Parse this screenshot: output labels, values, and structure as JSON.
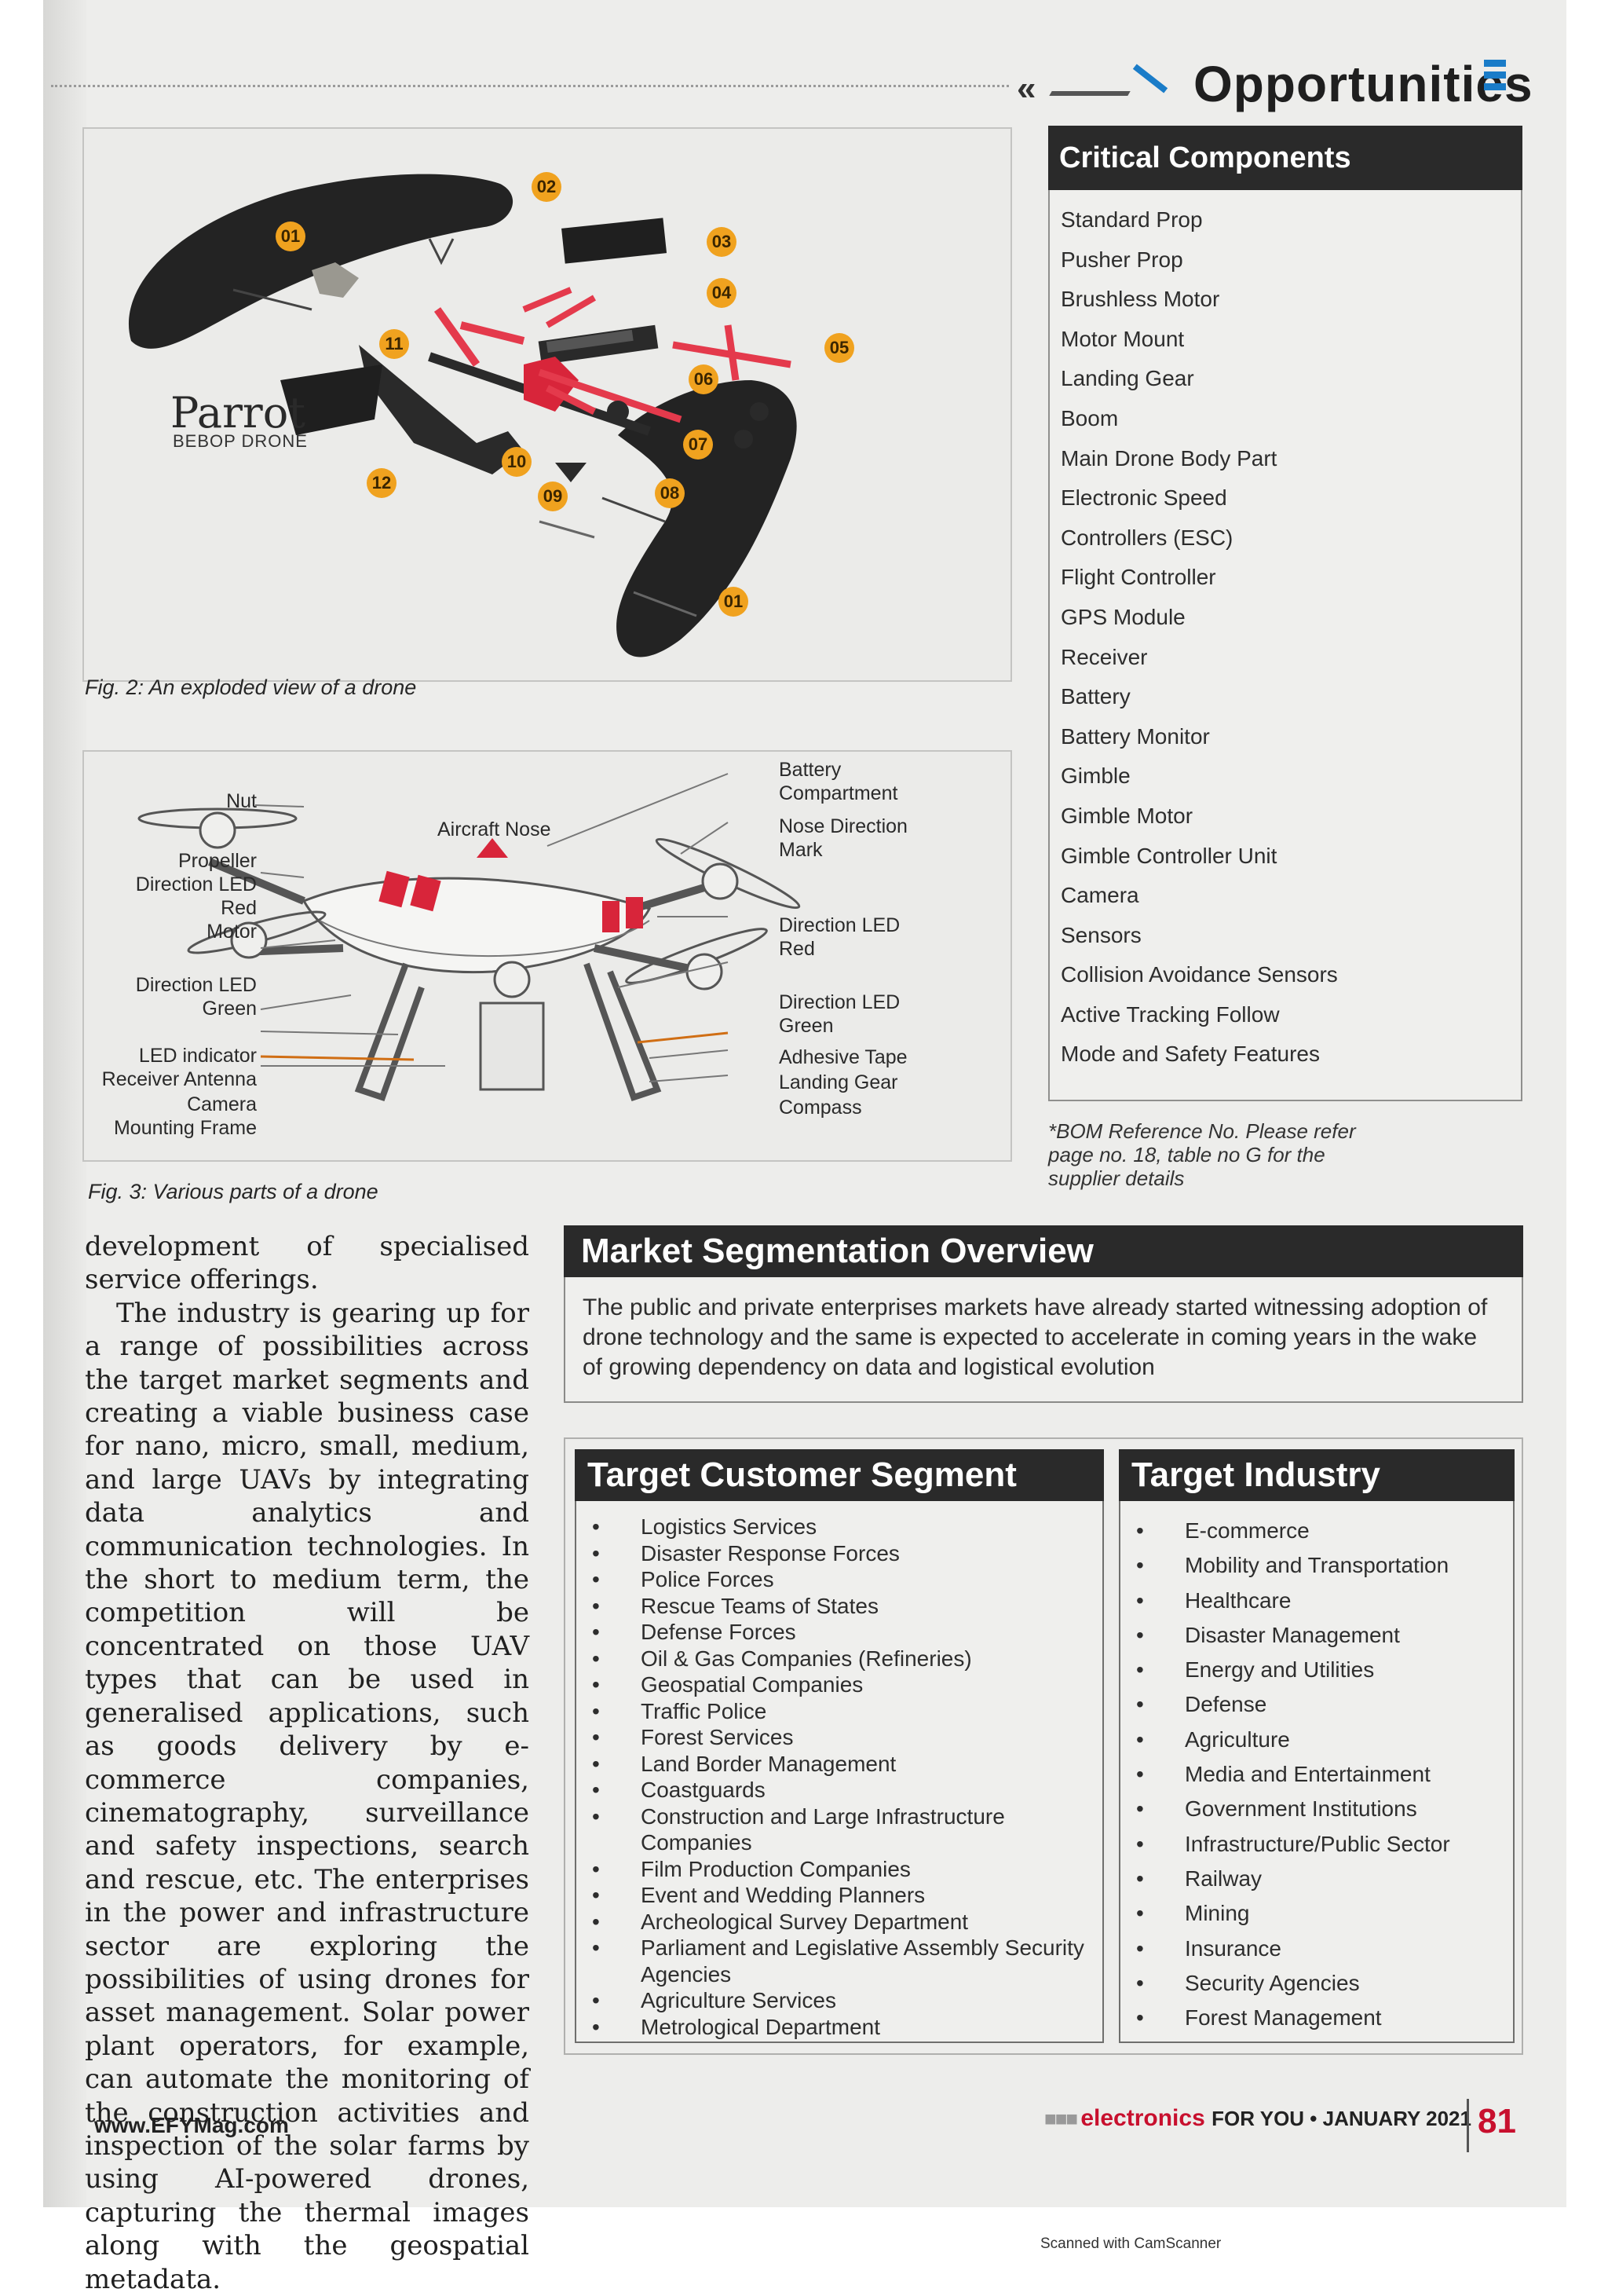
{
  "header": {
    "section_title": "Opportunities"
  },
  "fig2": {
    "caption": "Fig. 2: An exploded view of a drone",
    "brand_name": "Parrot",
    "brand_sub": "BEBOP DRONE",
    "badges": [
      "01",
      "02",
      "03",
      "04",
      "05",
      "06",
      "07",
      "08",
      "09",
      "10",
      "11",
      "12",
      "01"
    ]
  },
  "fig3": {
    "caption": "Fig. 3: Various parts of a drone",
    "aircraft_nose": "Aircraft Nose",
    "left_labels": [
      "Nut",
      "Propeller",
      "Direction LED",
      "Red",
      "Motor",
      "Direction LED",
      "Green",
      "LED indicator",
      "Receiver Antenna",
      "Camera",
      "Mounting Frame"
    ],
    "right_labels": [
      "Battery",
      "Compartment",
      "Nose Direction",
      "Mark",
      "Direction LED",
      "Red",
      "Direction LED",
      "Green",
      "Adhesive Tape",
      "Landing Gear",
      "Compass"
    ]
  },
  "critical_components": {
    "title": "Critical Components",
    "items": [
      "Standard Prop",
      "Pusher Prop",
      "Brushless Motor",
      "Motor Mount",
      "Landing Gear",
      "Boom",
      "Main Drone Body Part",
      "Electronic Speed",
      "Controllers (ESC)",
      "Flight Controller",
      "GPS Module",
      "Receiver",
      "Battery",
      "Battery Monitor",
      "Gimble",
      "Gimble Motor",
      "Gimble Controller Unit",
      "Camera",
      "Sensors",
      "Collision Avoidance Sensors",
      "Active Tracking Follow",
      "Mode and Safety Features"
    ],
    "note": "*BOM Reference No. Please refer page no. 18, table no G for the supplier details"
  },
  "body": {
    "p1": "development of specialised service offerings.",
    "p2": "The industry is gearing up for a range of possibilities across the target market segments and creating a viable business case for nano, micro, small, medium, and large UAVs by integrating data analytics and communication technologies. In the short to medium term, the competition will be concentrated on those UAV types that can be used in generalised applications, such as goods delivery by e-commerce companies, cinematography, surveillance and safety inspections, search and rescue, etc. The enterprises in the power and infrastructure sector are exploring the possibilities of using drones for asset management. Solar power plant operators, for example, can automate the monitoring of the construction activities and inspection of the solar farms by using AI-powered drones, capturing the thermal images along with the geospatial metadata."
  },
  "market_segmentation": {
    "title": "Market Segmentation Overview",
    "text": "The public and private enterprises markets have already started witnessing adoption of drone technology and the same is expected to accelerate in coming years in the wake of growing dependency on data and logistical evolution"
  },
  "target_customer": {
    "title": "Target Customer Segment",
    "items": [
      "Logistics Services",
      "Disaster Response Forces",
      "Police Forces",
      "Rescue Teams of States",
      "Defense Forces",
      "Oil & Gas Companies (Refineries)",
      "Geospatial Companies",
      "Traffic Police",
      "Forest Services",
      "Land Border Management",
      "Coastguards",
      "Construction and Large Infrastructure Companies",
      "Film Production Companies",
      "Event and Wedding Planners",
      "Archeological Survey Department",
      "Parliament and Legislative Assembly Security Agencies",
      "Agriculture Services",
      "Metrological Department"
    ]
  },
  "target_industry": {
    "title": "Target Industry",
    "items": [
      "E-commerce",
      "Mobility and Transportation",
      "Healthcare",
      "Disaster Management",
      "Energy and Utilities",
      "Defense",
      "Agriculture",
      "Media and Entertainment",
      "Government Institutions",
      "Infrastructure/Public Sector",
      "Railway",
      "Mining",
      "Insurance",
      "Security Agencies",
      "Forest Management"
    ]
  },
  "footer": {
    "url": "www.EFYMag.com",
    "mag_name": "electronics",
    "mag_rest": "FOR YOU • JANUARY 2021",
    "page_number": "81"
  },
  "scanner": {
    "mark": "Scanned with CamScanner"
  },
  "colors": {
    "accent_blue": "#1a7cc8",
    "brand_red": "#c8102e",
    "badge_orange": "#f0a21f",
    "header_dark": "#2a2a2a"
  }
}
